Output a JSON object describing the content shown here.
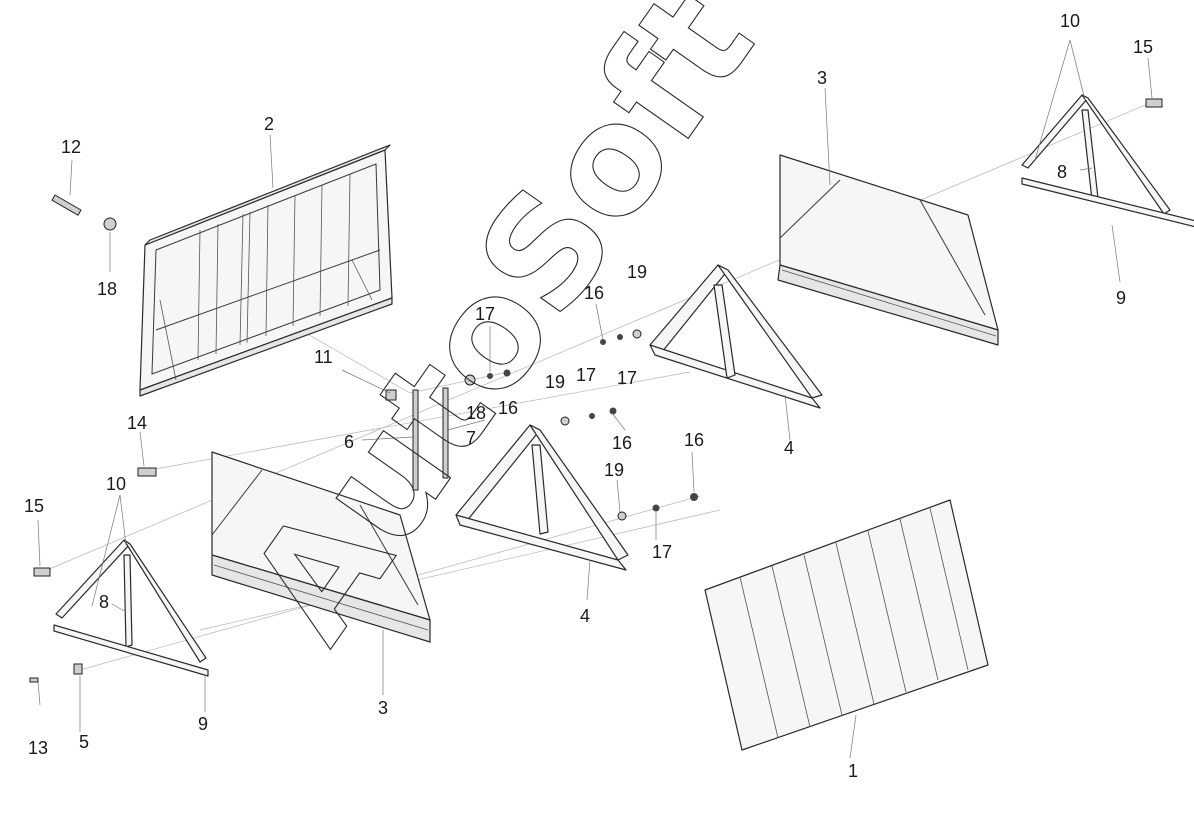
{
  "callouts": {
    "n1": "1",
    "n2": "2",
    "n3a": "3",
    "n3b": "3",
    "n4a": "4",
    "n4b": "4",
    "n5": "5",
    "n6": "6",
    "n7": "7",
    "n8a": "8",
    "n8b": "8",
    "n9a": "9",
    "n9b": "9",
    "n10a": "10",
    "n10b": "10",
    "n11": "11",
    "n12": "12",
    "n13": "13",
    "n14": "14",
    "n15a": "15",
    "n15b": "15",
    "n16a": "16",
    "n16b": "16",
    "n16c": "16",
    "n16d": "16",
    "n17a": "17",
    "n17b": "17",
    "n17c": "17",
    "n17d": "17",
    "n18a": "18",
    "n18b": "18",
    "n19a": "19",
    "n19b": "19",
    "n19c": "19"
  },
  "watermark": "AutoSoft"
}
